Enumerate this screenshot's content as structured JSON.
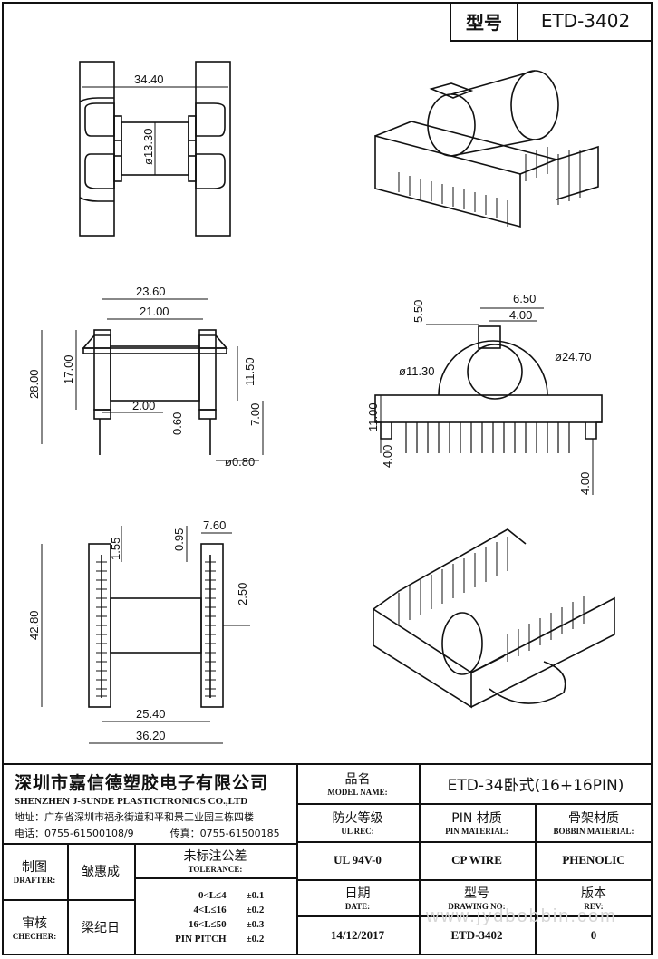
{
  "header": {
    "model_label": "型号",
    "model_value": "ETD-3402"
  },
  "dimensions": {
    "top_view": {
      "width": "34.40",
      "dia": "ø13.30"
    },
    "front_view": {
      "w1": "23.60",
      "w2": "21.00",
      "h_total": "28.00",
      "h_upper": "17.00",
      "h_body": "11.50",
      "pin_len": "7.00",
      "offset": "2.00",
      "pin_thk": "0.60",
      "pin_dia": "ø0.80"
    },
    "side_view": {
      "h_slot": "5.50",
      "w_slot": "6.50",
      "w_slot2": "4.00",
      "inner_dia": "ø11.30",
      "outer_dia": "ø24.70",
      "base_h": "11.00",
      "pin_h": "4.00",
      "pin_h2": "4.00"
    },
    "bottom_view": {
      "length": "42.80",
      "p1": "1.55",
      "p2": "0.95",
      "w": "7.60",
      "pitch": "2.50",
      "w_inner": "25.40",
      "w_outer": "36.20"
    }
  },
  "title_block": {
    "company_cn": "深圳市嘉信德塑胶电子有限公司",
    "company_en": "SHENZHEN J-SUNDE PLASTICTRONICS CO.,LTD",
    "address": "地址：广东省深圳市福永街道和平和景工业园三栋四楼",
    "tel": "电话：0755-61500108/9",
    "fax": "传真：0755-61500185",
    "model_name_cn": "品名",
    "model_name_en": "MODEL NAME:",
    "model_name_value": "ETD-34卧式(16+16PIN)",
    "ul_cn": "防火等级",
    "ul_en": "UL REC:",
    "pin_mat_cn": "PIN 材质",
    "pin_mat_en": "PIN MATERIAL:",
    "bobbin_mat_cn": "骨架材质",
    "bobbin_mat_en": "BOBBIN MATERIAL:",
    "ul_value": "UL 94V-0",
    "pin_value": "CP WIRE",
    "bobbin_value": "PHENOLIC",
    "drafter_cn": "制图",
    "drafter_en": "DRAFTER:",
    "drafter_name": "皱惠成",
    "checker_cn": "审核",
    "checker_en": "CHECHER:",
    "checker_name": "梁纪日",
    "tol_cn": "未标注公差",
    "tol_en": "TOLERANCE:",
    "tolerances": [
      {
        "range": "0<L≤4",
        "value": "±0.1"
      },
      {
        "range": "4<L≤16",
        "value": "±0.2"
      },
      {
        "range": "16<L≤50",
        "value": "±0.3"
      },
      {
        "range": "PIN PITCH",
        "value": "±0.2"
      }
    ],
    "date_cn": "日期",
    "date_en": "DATE:",
    "date_value": "14/12/2017",
    "drawing_cn": "型号",
    "drawing_en": "DRAWING NO:",
    "drawing_value": "ETD-3402",
    "rev_cn": "版本",
    "rev_en": "REV:",
    "rev_value": "0"
  },
  "watermark": "www.jydbobbin.com"
}
